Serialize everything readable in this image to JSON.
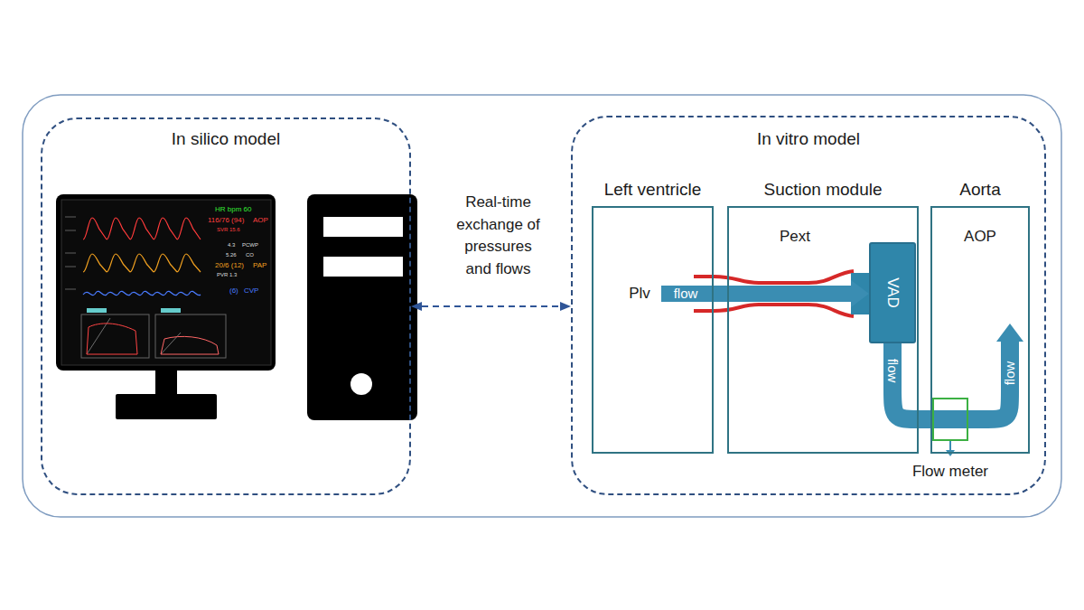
{
  "diagram": {
    "nodes": [
      {
        "text": [
          "In silico model"
        ]
      },
      {
        "text": [
          "In vitro model"
        ]
      },
      {
        "text": [
          "Left ventricle",
          "Plv"
        ],
        "in": 1
      },
      {
        "text": [
          "Suction module",
          "Pext"
        ],
        "in": 1
      },
      {
        "text": [
          "VAD"
        ],
        "in": 3
      },
      {
        "text": [
          "Aorta",
          "AOP"
        ],
        "in": 1
      },
      {
        "text": [
          "Flow meter"
        ],
        "in": 1
      }
    ],
    "edges": [
      {
        "from": 0,
        "to": 1,
        "arrow": "both",
        "label": "Real-time exchange of pressures and flows"
      },
      {
        "from": 2,
        "to": 4,
        "arrow": "to",
        "label": "flow"
      },
      {
        "from": 4,
        "to": 6,
        "arrow": "none",
        "label": "flow"
      },
      {
        "from": 6,
        "to": 5,
        "arrow": "to",
        "label": "flow"
      }
    ],
    "labels": [
      "HR bpm 60",
      "116/76 (94)",
      "AOP",
      "SVR 15.6",
      "4.3",
      "PCWP",
      "5.26",
      "CO",
      "20/6 (12)",
      "PAP",
      "PVR 1.3",
      "(6)",
      "CVP"
    ]
  }
}
